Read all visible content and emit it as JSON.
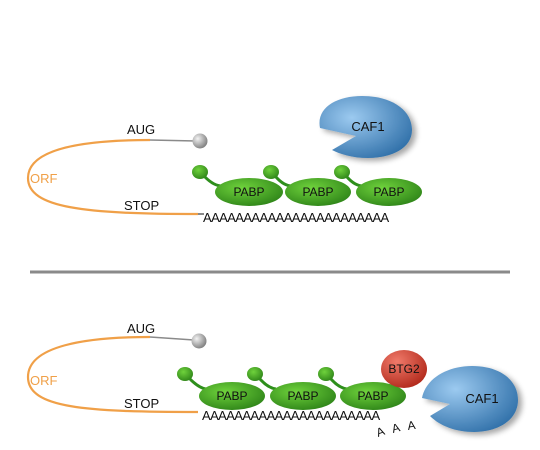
{
  "colors": {
    "orf": "#f0a048",
    "pabp": "#2e8f1c",
    "pabp_light": "#4fbf2a",
    "caf1": "#3f86bf",
    "caf1_light": "#8ec0e6",
    "btg2": "#c83a2c",
    "divider": "#8a8a8a",
    "cap": "#9a9a9a"
  },
  "panel_top": {
    "orf_label": "ORF",
    "aug_label": "AUG",
    "stop_label": "STOP",
    "polya_tail": "AAAAAAAAAAAAAAAAAAAAAAA",
    "pabp_labels": [
      "PABP",
      "PABP",
      "PABP"
    ],
    "caf1_label": "CAF1"
  },
  "panel_bottom": {
    "orf_label": "ORF",
    "aug_label": "AUG",
    "stop_label": "STOP",
    "polya_tail": "AAAAAAAAAAAAAAAAAAAAAA",
    "pabp_labels": [
      "PABP",
      "PABP",
      "PABP"
    ],
    "btg2_label": "BTG2",
    "caf1_label": "CAF1",
    "released_a": [
      "A",
      "A",
      "A"
    ]
  }
}
